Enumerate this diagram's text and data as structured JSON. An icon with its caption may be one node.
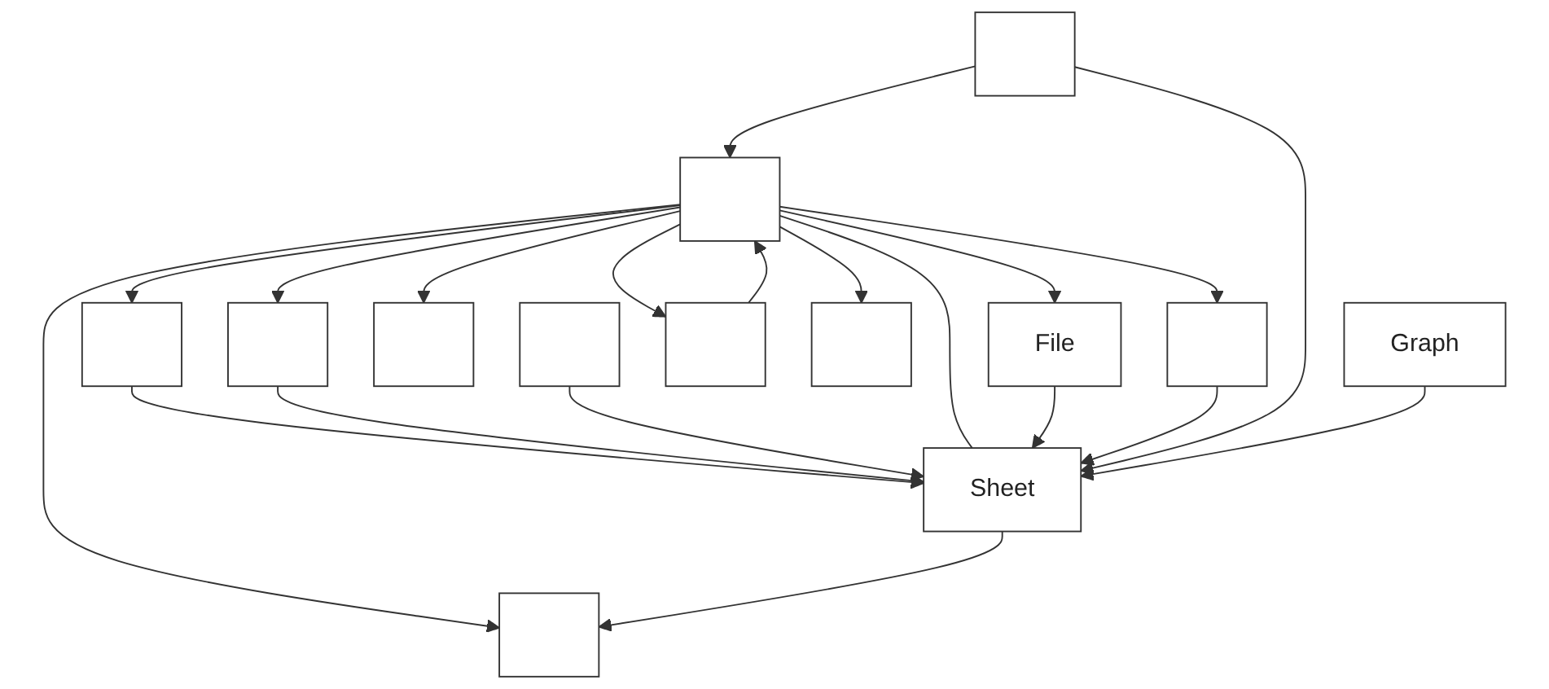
{
  "diagram": {
    "nodes": [
      {
        "text": [],
        "shape": "box"
      },
      {
        "text": [],
        "shape": "box"
      },
      {
        "text": [],
        "shape": "box"
      },
      {
        "text": [],
        "shape": "box"
      },
      {
        "text": [
          "File"
        ]
      },
      {
        "text": [],
        "shape": "box"
      },
      {
        "text": [],
        "shape": "box"
      },
      {
        "text": [],
        "shape": "box"
      },
      {
        "text": [],
        "shape": "box"
      },
      {
        "text": [],
        "shape": "box"
      },
      {
        "text": [
          "Sheet"
        ]
      },
      {
        "text": [
          "Graph"
        ]
      },
      {
        "text": [],
        "shape": "box"
      }
    ],
    "edges": [
      {
        "from": 2,
        "to": 1,
        "arrow": "to"
      },
      {
        "from": 1,
        "to": 4,
        "arrow": "to"
      },
      {
        "from": 1,
        "to": 5,
        "arrow": "to"
      },
      {
        "from": 1,
        "to": 6,
        "arrow": "to"
      },
      {
        "from": 1,
        "to": 7,
        "arrow": "to"
      },
      {
        "from": 7,
        "to": 1,
        "arrow": "to"
      },
      {
        "from": 1,
        "to": 8,
        "arrow": "to"
      },
      {
        "from": 1,
        "to": 0,
        "arrow": "to"
      },
      {
        "from": 1,
        "to": 3,
        "arrow": "to"
      },
      {
        "from": 0,
        "to": 10,
        "arrow": "to"
      },
      {
        "from": 3,
        "to": 10,
        "arrow": "to"
      },
      {
        "from": 9,
        "to": 10,
        "arrow": "to"
      },
      {
        "from": 1,
        "to": 10,
        "arrow": "none"
      },
      {
        "from": 1,
        "to": 12,
        "arrow": "to"
      },
      {
        "from": 4,
        "to": 10,
        "arrow": "to"
      },
      {
        "from": 6,
        "to": 10,
        "arrow": "to"
      },
      {
        "from": 2,
        "to": 10,
        "arrow": "to"
      },
      {
        "from": 11,
        "to": 10,
        "arrow": "to"
      },
      {
        "from": 10,
        "to": 12,
        "arrow": "to"
      }
    ]
  }
}
